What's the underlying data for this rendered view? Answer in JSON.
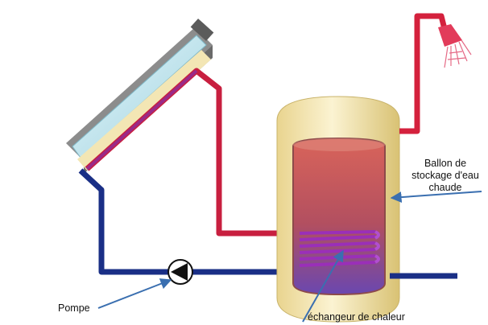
{
  "labels": {
    "tank_line1": "Ballon de",
    "tank_line2": "stockage d'eau",
    "tank_line3": "chaude",
    "pump": "Pompe",
    "exchanger": "échangeur de chaleur"
  },
  "colors": {
    "hot_pipe": "#d4213d",
    "cold_pipe": "#1a2f86",
    "tank_shell": "#f3e6b4",
    "tank_hot_water": "#cc5a4e",
    "tank_cold_water": "#7a4aa6",
    "coil": "#9a2fb8",
    "arrow": "#3a6fb0",
    "collector_glass": "#bfe3ec"
  },
  "icons": [
    "solar-collector-icon",
    "pump-icon",
    "shower-head-icon",
    "heat-exchanger-coil-icon"
  ]
}
